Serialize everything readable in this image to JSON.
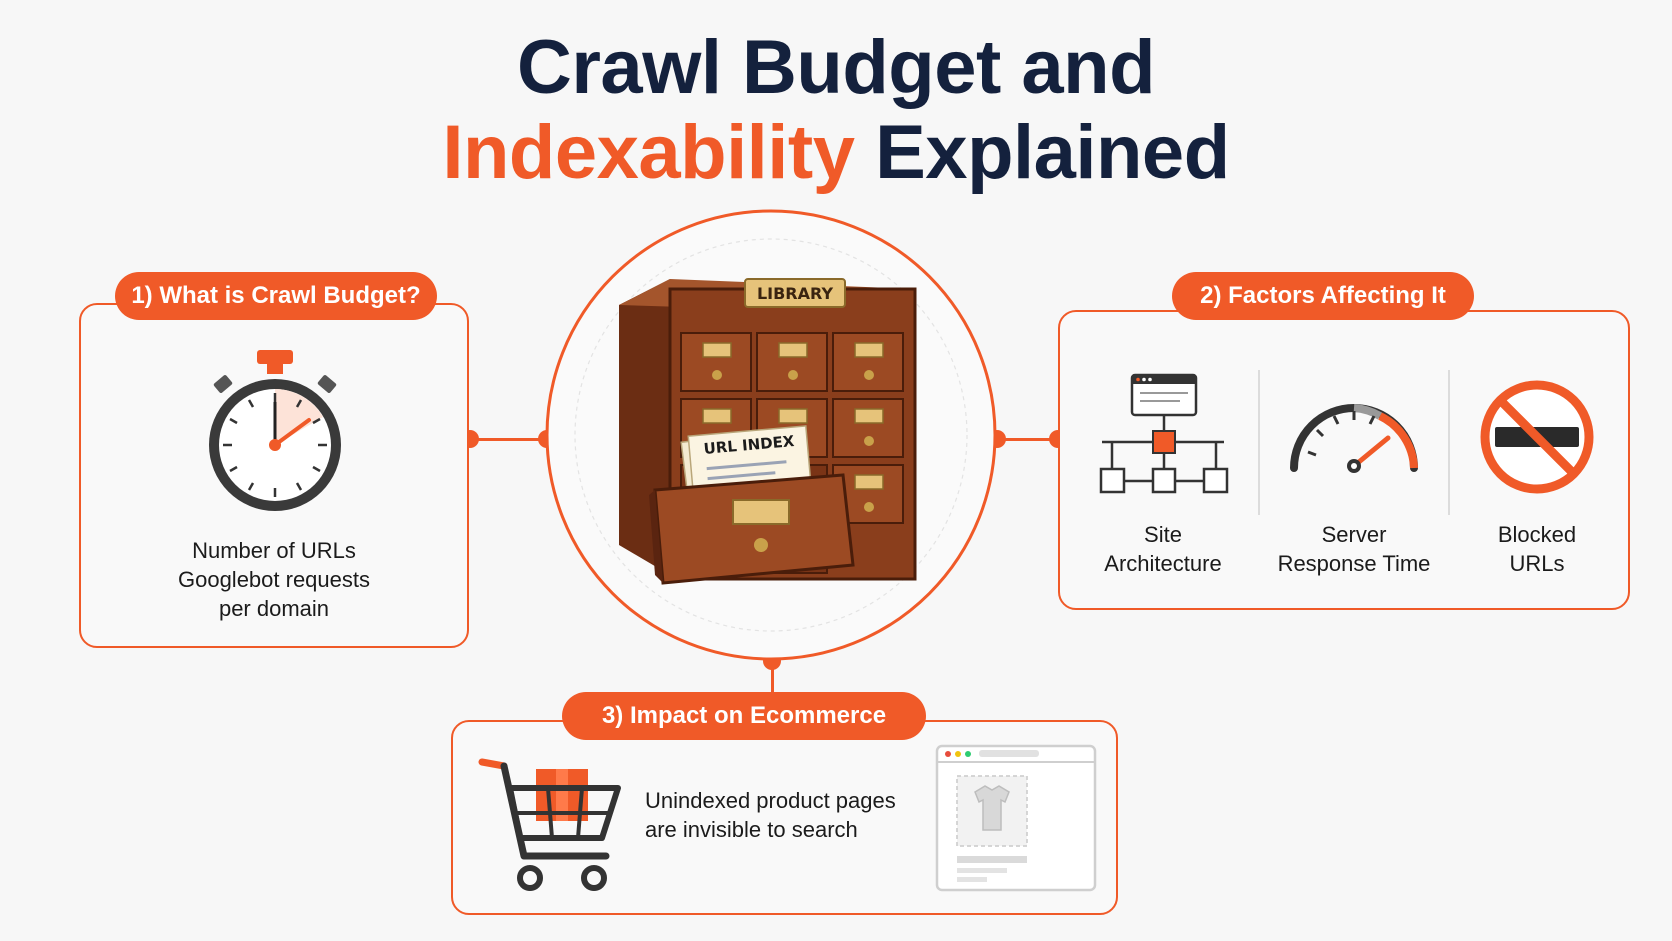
{
  "title": {
    "line1": "Crawl Budget and",
    "line2_accent": "Indexability",
    "line2_rest": " Explained"
  },
  "center": {
    "cabinet_label": "LIBRARY",
    "drawer_card_label": "URL INDEX"
  },
  "section1": {
    "heading": "1) What is Crawl Budget?",
    "icon": "stopwatch-icon",
    "caption_lines": [
      "Number of URLs",
      "Googlebot requests",
      "per domain"
    ]
  },
  "section2": {
    "heading": "2) Factors Affecting It",
    "factors": [
      {
        "icon": "site-architecture-icon",
        "label_lines": [
          "Site",
          "Architecture"
        ]
      },
      {
        "icon": "speedometer-icon",
        "label_lines": [
          "Server",
          "Response Time"
        ]
      },
      {
        "icon": "blocked-icon",
        "label_lines": [
          "Blocked",
          "URLs"
        ]
      }
    ]
  },
  "section3": {
    "heading": "3) Impact on Ecommerce",
    "icon": "shopping-cart-icon",
    "caption_lines": [
      "Unindexed product pages",
      "are invisible to search"
    ],
    "mockup_icon": "product-page-icon"
  },
  "colors": {
    "accent": "#f05a28",
    "navy": "#14213d",
    "wood": "#8a3e1c",
    "brass": "#e6c37a"
  }
}
